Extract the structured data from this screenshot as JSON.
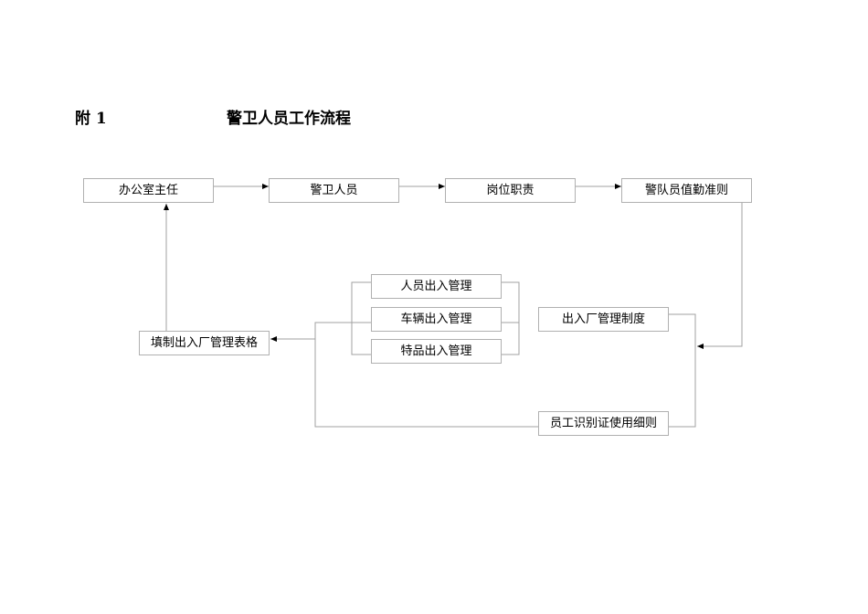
{
  "header": {
    "appendix": "附 1",
    "title": "警卫人员工作流程"
  },
  "nodes": {
    "director": "办公室主任",
    "guard": "警卫人员",
    "duties": "岗位职责",
    "rules": "警队员值勤准则",
    "personnel": "人员出入管理",
    "vehicle": "车辆出入管理",
    "goods": "特品出入管理",
    "system": "出入厂管理制度",
    "form": "填制出入厂管理表格",
    "badge": "员工识别证使用细则"
  }
}
